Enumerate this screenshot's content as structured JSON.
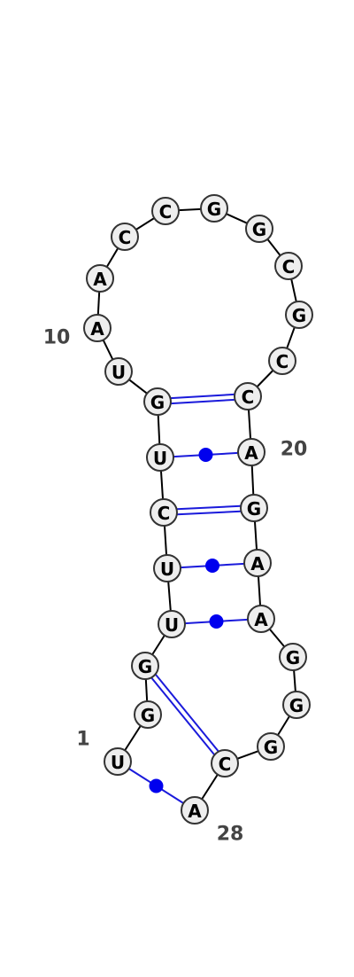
{
  "sequence": [
    "U",
    "G",
    "G",
    "U",
    "U",
    "C",
    "U",
    "G",
    "U",
    "A",
    "A",
    "C",
    "C",
    "G",
    "G",
    "C",
    "G",
    "C",
    "C",
    "A",
    "G",
    "A",
    "A",
    "G",
    "G",
    "G",
    "C",
    "A"
  ],
  "index_labels": [
    {
      "text": "1",
      "nucleotide": 1
    },
    {
      "text": "10",
      "nucleotide": 10
    },
    {
      "text": "20",
      "nucleotide": 20
    },
    {
      "text": "28",
      "nucleotide": 28
    }
  ],
  "base_pairs": [
    {
      "i": 1,
      "j": 28,
      "kind": "wobble"
    },
    {
      "i": 3,
      "j": 27,
      "kind": "canonical"
    },
    {
      "i": 4,
      "j": 23,
      "kind": "wobble"
    },
    {
      "i": 5,
      "j": 22,
      "kind": "wobble"
    },
    {
      "i": 6,
      "j": 21,
      "kind": "canonical"
    },
    {
      "i": 7,
      "j": 20,
      "kind": "wobble"
    },
    {
      "i": 8,
      "j": 19,
      "kind": "canonical"
    }
  ],
  "colors": {
    "pair": "#1a1adb",
    "wobble_dot": "#0000ee",
    "node_fill": "#eeeeee",
    "node_stroke": "#333333",
    "backbone": "#000000",
    "label": "#444444"
  }
}
